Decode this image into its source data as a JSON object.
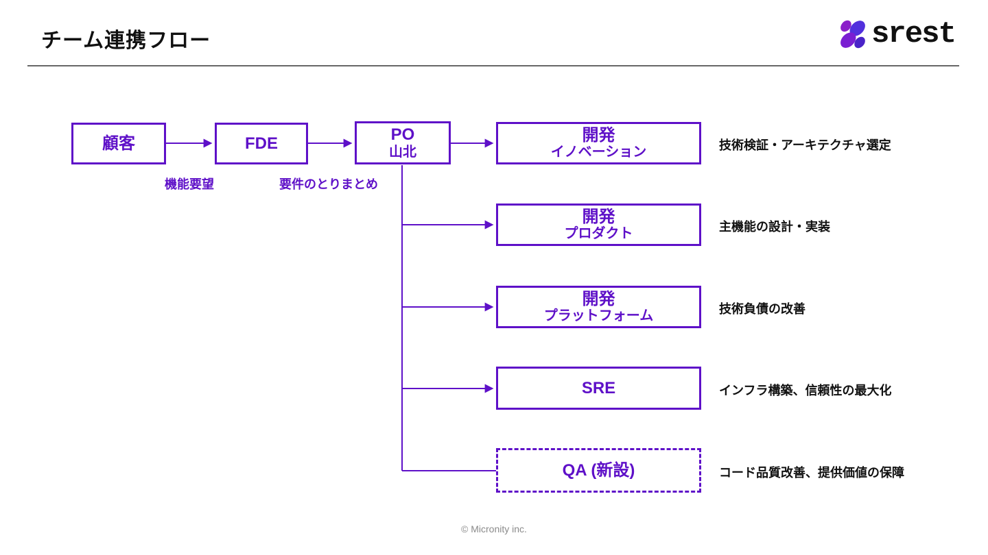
{
  "page": {
    "title": "チーム連携フロー",
    "footer": "© Micronity inc."
  },
  "logo": {
    "wordmark": "srest",
    "icon": "srest-s-mark"
  },
  "colors": {
    "accent_purple": "#5E10C8",
    "logo_blue_violet": "#5230DD",
    "logo_purple": "#7A1ED2",
    "title_text": "#111111",
    "note_text": "#111111",
    "footer_text": "#8a8a8a",
    "rule_gray": "#666666"
  },
  "diagram": {
    "boxes": [
      {
        "label": "顧客"
      },
      {
        "label": "FDE"
      },
      {
        "label": "PO",
        "sublabel": "山北"
      },
      {
        "label": "開発",
        "sublabel": "イノベーション",
        "note": "技術検証・アーキテクチャ選定"
      },
      {
        "label": "開発",
        "sublabel": "プロダクト",
        "note": "主機能の設計・実装"
      },
      {
        "label": "開発",
        "sublabel": "プラットフォーム",
        "note": "技術負債の改善"
      },
      {
        "label": "SRE",
        "note": "インフラ構築、信頼性の最大化"
      },
      {
        "label": "QA (新設)",
        "note": "コード品質改善、提供価値の保障",
        "border_style": "dashed"
      }
    ],
    "edge_labels": [
      {
        "text": "機能要望"
      },
      {
        "text": "要件のとりまとめ"
      }
    ]
  }
}
